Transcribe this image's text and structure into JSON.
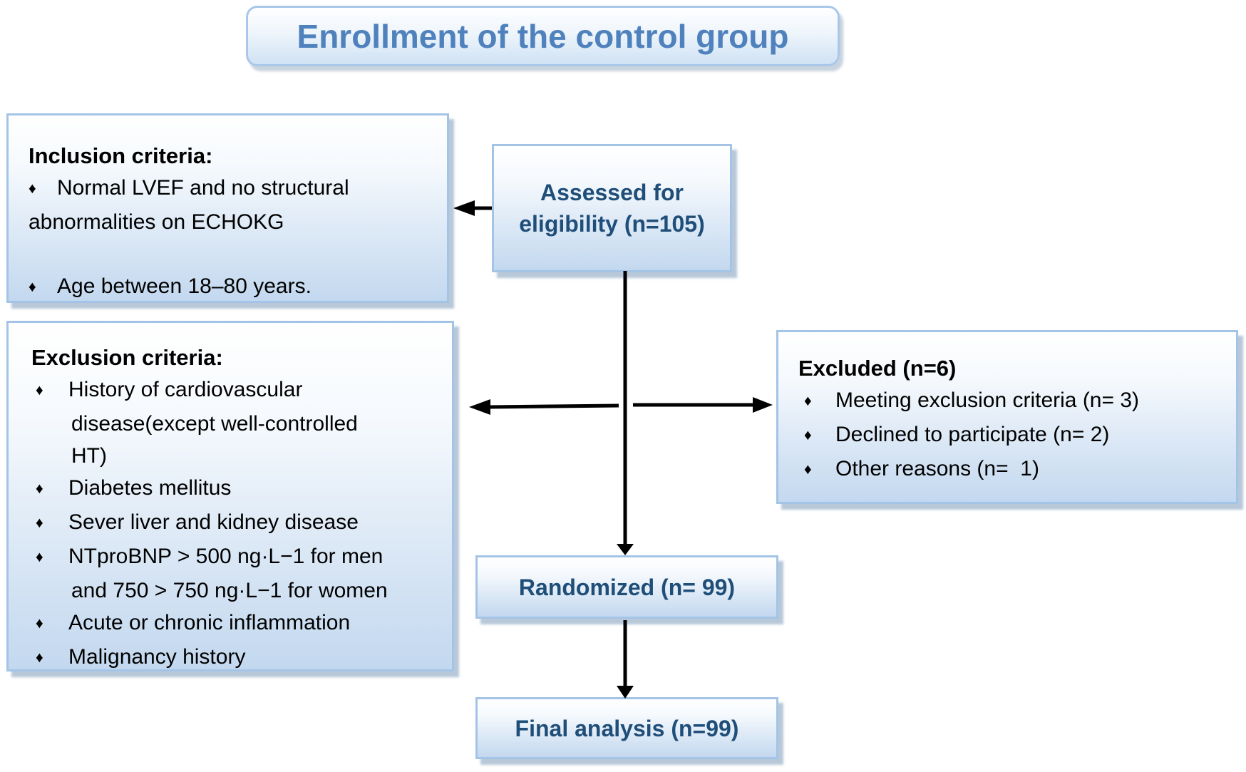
{
  "title": "Enrollment of the control group",
  "bullet_glyph": "♦",
  "inclusion_box": {
    "heading": "Inclusion criteria:",
    "bullet1_line1": "Normal LVEF and no structural",
    "bullet1_line2": "abnormalities on ECHOKG",
    "bullet2": "Age between 18–80 years."
  },
  "assessed_box": {
    "line1": "Assessed for",
    "line2": "eligibility (n=105)"
  },
  "exclusion_box": {
    "heading": "Exclusion criteria:",
    "bullet1_line1": "History of cardiovascular",
    "bullet1_line2": "disease(except well-controlled",
    "bullet1_line3": "HT)",
    "bullet2": "Diabetes mellitus",
    "bullet3": "Sever liver and kidney disease",
    "bullet4_line1": "NTproBNP > 500 ng·L−1 for men",
    "bullet4_line2": "and 750 > 750 ng·L−1 for women",
    "bullet5": "Acute or chronic inflammation",
    "bullet6": "Malignancy history"
  },
  "excluded_box": {
    "heading": "Excluded (n=6)",
    "bullet1": "Meeting exclusion criteria (n= 3)",
    "bullet2": "Declined to participate (n= 2)",
    "bullet3": "Other reasons (n=  1)"
  },
  "randomized_box": {
    "text": "Randomized (n= 99)"
  },
  "final_box": {
    "text": "Final analysis (n=99)"
  },
  "colors": {
    "box_border": "#a3c4e6",
    "box_fill_top": "#ffffff",
    "box_fill_bottom": "#c3d8ef",
    "flow_text_dark_blue": "#1f4e79",
    "title_text_blue": "#4f81bd",
    "arrow_black": "#000000"
  }
}
